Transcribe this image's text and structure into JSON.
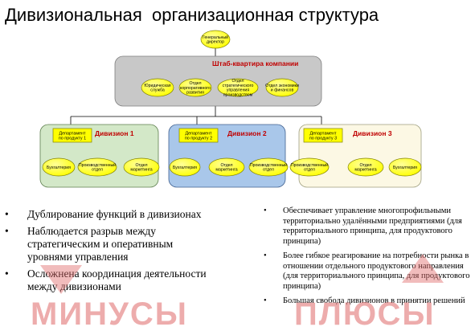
{
  "title": "Дивизиональная  организационная структура",
  "diagram": {
    "ceo": [
      "Генеральный",
      "директор"
    ],
    "hq": {
      "title": "Штаб-квартира компании",
      "units": [
        [
          "Юридическая",
          "служба"
        ],
        [
          "Отдел",
          "корпоративного",
          "развития"
        ],
        [
          "Отдел",
          "стратегического",
          "управления",
          "производством"
        ],
        [
          "Отдел экономики",
          "и финансов"
        ]
      ]
    },
    "divisions": [
      {
        "title": "Дивизион 1",
        "dept": [
          "Департамент",
          "по продукту 1"
        ],
        "units": [
          [
            "Бухгалтерия"
          ],
          [
            "Производственный",
            "отдел"
          ],
          [
            "Отдел",
            "маркетинга"
          ]
        ]
      },
      {
        "title": "Дивизион 2",
        "dept": [
          "Департамент",
          "по продукту 2"
        ],
        "units": [
          [
            "Бухгалтерия"
          ],
          [
            "Отдел",
            "маркетинга"
          ],
          [
            "Производственный",
            "отдел"
          ]
        ]
      },
      {
        "title": "Дивизион 3",
        "dept": [
          "Департамент",
          "по продукту 3"
        ],
        "units": [
          [
            "Производственный",
            "отдел"
          ],
          [
            "Отдел",
            "маркетинга"
          ],
          [
            "Бухгалтерия"
          ]
        ]
      }
    ]
  },
  "minuses": {
    "watermark": "МИНУСЫ",
    "items": [
      "Дублирование функций в дивизионах",
      "Наблюдается разрыв между стратегическим и оперативным уровнями управления",
      "Осложнена координация деятельности между  дивизионами"
    ]
  },
  "pluses": {
    "watermark": "ПЛЮСЫ",
    "items": [
      "Обеспечивает управление многопрофильными территориально удалёнными предприятиями (для территориального принципа, для продуктового принципа)",
      "Более гибкое реагирование на потребности рынка в отношении отдельного продуктового направления (для территориального принципа, для продуктового принципа)",
      "Большая свобода дивизионов   в принятии решений"
    ]
  },
  "colors": {
    "node_fill": "#ffff00",
    "hq_fill": "#c8c8c8",
    "div1_fill": "#d3e8c8",
    "div2_fill": "#a9c7ea",
    "div3_fill": "#fcf8e4",
    "title_red": "#c00000",
    "watermark": "#e06a6a"
  }
}
